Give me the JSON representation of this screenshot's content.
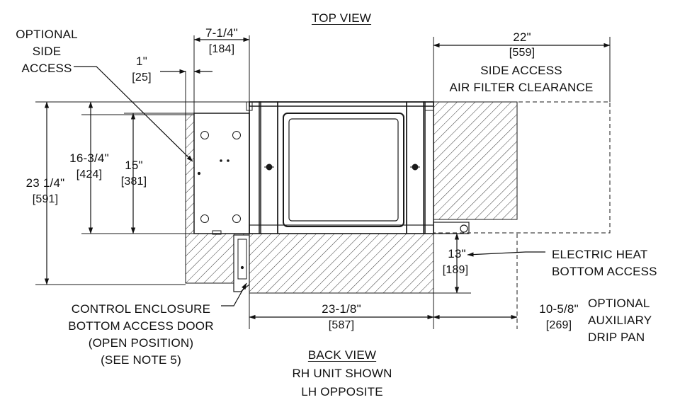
{
  "titles": {
    "top_view": "TOP VIEW",
    "back_view": "BACK VIEW",
    "rh_unit_shown": "RH UNIT SHOWN",
    "lh_opposite": "LH OPPOSITE"
  },
  "dimensions": {
    "d_7_1_4": {
      "imperial": "7-1/4\"",
      "metric": "[184]"
    },
    "d_1": {
      "imperial": "1\"",
      "metric": "[25]"
    },
    "d_22": {
      "imperial": "22\"",
      "metric": "[559]"
    },
    "d_16_3_4": {
      "imperial": "16-3/4\"",
      "metric": "[424]"
    },
    "d_15": {
      "imperial": "15\"",
      "metric": "[381]"
    },
    "d_23_1_4": {
      "imperial": "23 1/4\"",
      "metric": "[591]"
    },
    "d_13": {
      "imperial": "13\"",
      "metric": "[189]"
    },
    "d_23_1_8": {
      "imperial": "23-1/8\"",
      "metric": "[587]"
    },
    "d_10_5_8": {
      "imperial": "10-5/8\"",
      "metric": "[269]"
    }
  },
  "callouts": {
    "optional_side_access": [
      "OPTIONAL",
      "SIDE",
      "ACCESS"
    ],
    "side_access_filter": [
      "SIDE ACCESS",
      "AIR FILTER CLEARANCE"
    ],
    "electric_heat": [
      "ELECTRIC HEAT",
      "BOTTOM ACCESS"
    ],
    "control_enclosure": [
      "CONTROL ENCLOSURE",
      "BOTTOM ACCESS DOOR",
      "(OPEN POSITION)",
      "(SEE NOTE 5)"
    ],
    "aux_drip_pan": [
      "OPTIONAL",
      "AUXILIARY",
      "DRIP PAN"
    ]
  },
  "colors": {
    "line": "#1a1a1a",
    "hatch": "#3a3a3a",
    "background": "#ffffff"
  }
}
